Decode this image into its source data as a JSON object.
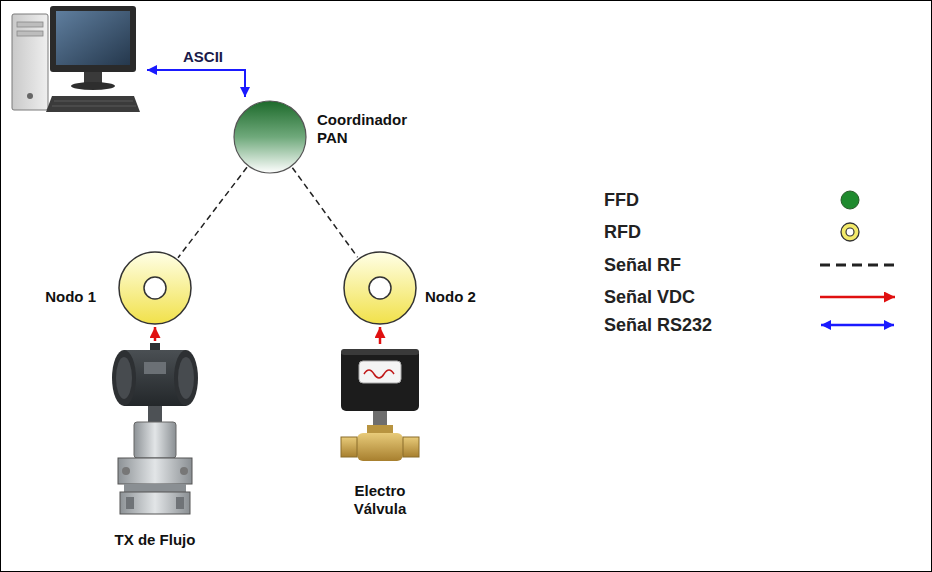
{
  "diagram": {
    "nodes": [
      {
        "text": [
          "Coordinador PAN"
        ]
      },
      {
        "text": [
          "Nodo 1"
        ]
      },
      {
        "text": [
          "Nodo 2"
        ]
      },
      {
        "text": [
          "TX de Flujo"
        ]
      },
      {
        "text": [
          "Electro Válvula"
        ]
      }
    ],
    "edges": [
      {
        "from": 0,
        "to": 1,
        "arrow": "none"
      },
      {
        "from": 0,
        "to": 2,
        "arrow": "none"
      },
      {
        "from": 3,
        "to": 1,
        "arrow": "to"
      },
      {
        "from": 4,
        "to": 2,
        "arrow": "to"
      }
    ],
    "labels": [
      "ASCII"
    ],
    "legend": [
      {
        "text": "FFD",
        "color": "#1f8a2e"
      },
      {
        "text": "RFD",
        "color": "#f3ea6a"
      },
      {
        "text": "Señal RF"
      },
      {
        "text": "Señal VDC"
      },
      {
        "text": "Señal RS232"
      }
    ]
  }
}
